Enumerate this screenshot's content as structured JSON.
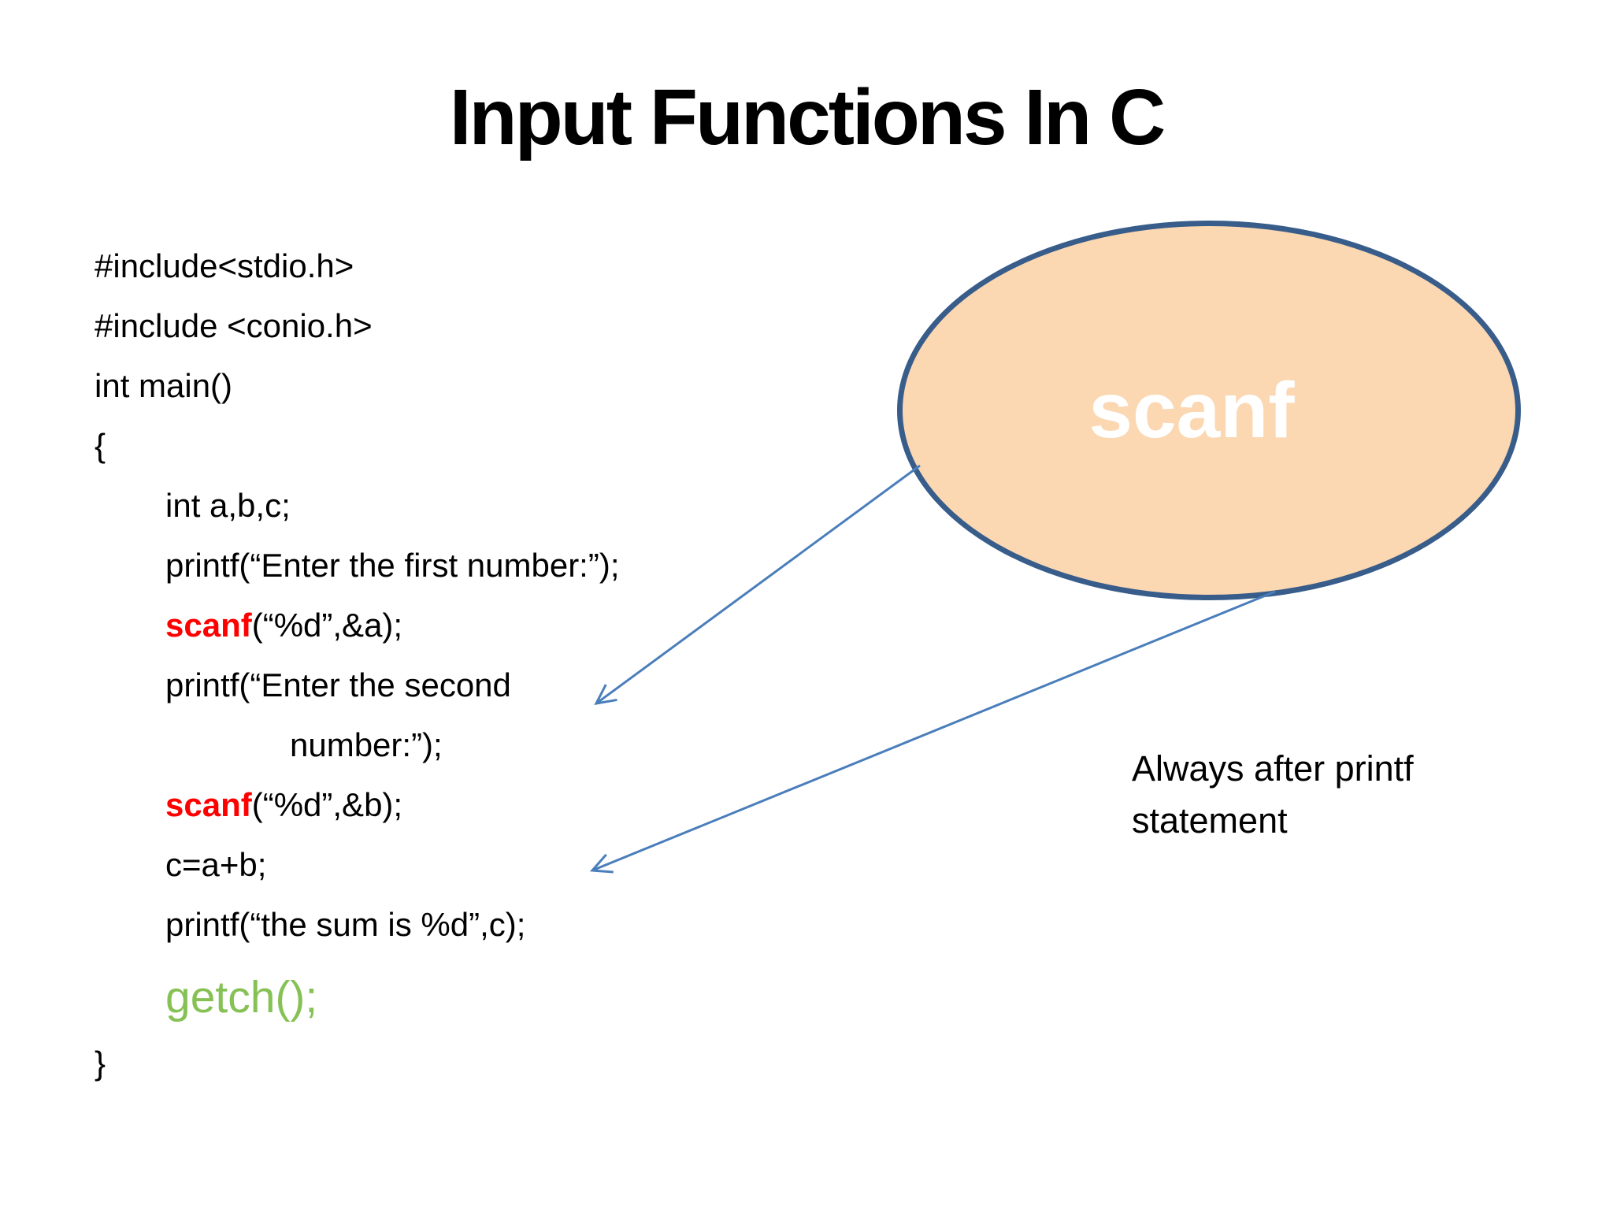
{
  "title": "Input Functions In C",
  "code": {
    "lines": [
      {
        "text": "#include<stdio.h>"
      },
      {
        "text": "#include <conio.h>"
      },
      {
        "text": "int main()"
      },
      {
        "text": "{"
      },
      {
        "text": "int a,b,c;"
      },
      {
        "text": "printf(“Enter the first number:”);"
      },
      {
        "keyword": "scanf",
        "rest": "(“%d”,&a);"
      },
      {
        "text": "printf(“Enter the second"
      },
      {
        "text": "number:”);"
      },
      {
        "keyword": "scanf",
        "rest": "(“%d”,&b);"
      },
      {
        "text": "c=a+b;"
      },
      {
        "text": "printf(“the sum is %d”,c);"
      },
      {
        "text": "getch();"
      },
      {
        "text": "}"
      }
    ]
  },
  "callout": {
    "label": "scanf"
  },
  "note": {
    "line1": "Always after printf",
    "line2": "statement"
  },
  "colors": {
    "keyword_red": "#FF0000",
    "getch_green": "#86C155",
    "ellipse_fill": "#FBD7B2",
    "ellipse_border": "#385D8A",
    "arrow_blue": "#4A7EBB"
  }
}
